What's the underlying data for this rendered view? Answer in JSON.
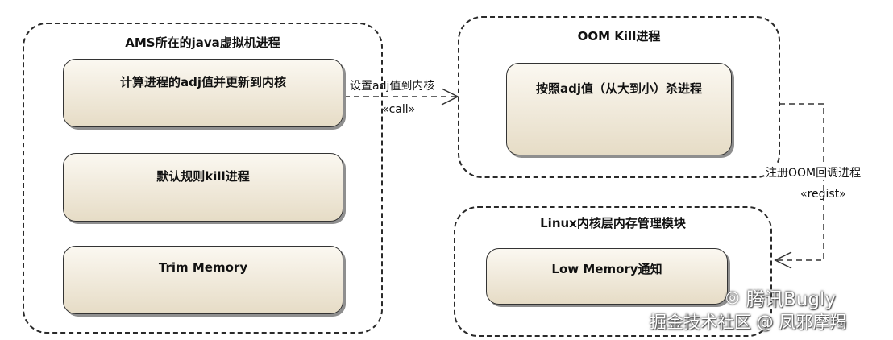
{
  "groups": {
    "ams": {
      "title": "AMS所在的java虚拟机进程"
    },
    "oom": {
      "title": "OOM Kill进程"
    },
    "kernel": {
      "title": "Linux内核层内存管理模块"
    }
  },
  "nodes": {
    "calc_adj": {
      "label": "计算进程的adj值并更新到内核"
    },
    "default_kill": {
      "label": "默认规则kill进程"
    },
    "trim_memory": {
      "label": "Trim Memory"
    },
    "kill_by_adj": {
      "label": "按照adj值（从大到小）杀进程"
    },
    "low_memory": {
      "label": "Low Memory通知"
    }
  },
  "edges": {
    "set_adj": {
      "label": "设置adj值到内核",
      "stereotype": "«call»"
    },
    "register_oom": {
      "label": "注册OOM回调进程",
      "stereotype": "«regist»"
    }
  },
  "watermark": {
    "line1": "腾讯Bugly",
    "line2": "掘金技术社区 @ 凤邪摩羯"
  },
  "colors": {
    "node_fill_top": "#fbf8f1",
    "node_fill_bottom": "#e6dcc6",
    "border": "#2a2a2a"
  }
}
